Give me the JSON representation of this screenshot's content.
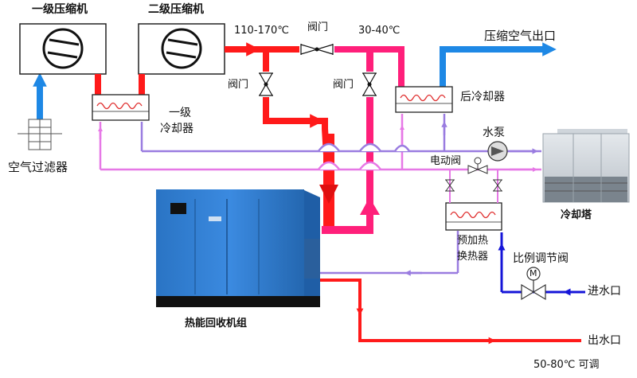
{
  "labels": {
    "compressor1": "一级压缩机",
    "compressor2": "二级压缩机",
    "temp_hot": "110-170℃",
    "valve_top": "阀门",
    "temp_warm": "30-40℃",
    "air_outlet": "压缩空气出口",
    "valve_left": "阀门",
    "valve_mid": "阀门",
    "aftercooler": "后冷却器",
    "cooler1_line1": "一级",
    "cooler1_line2": "冷却器",
    "water_pump": "水泵",
    "air_filter": "空气过滤器",
    "electric_valve": "电动阀",
    "cooling_tower": "冷却塔",
    "preheater_line1": "预加热",
    "preheater_line2": "换热器",
    "proportional_valve": "比例调节阀",
    "water_inlet": "进水口",
    "heat_recovery_unit": "热能回收机组",
    "water_outlet": "出水口",
    "outlet_temp": "50-80℃ 可调",
    "valve_m_mark": "M"
  },
  "colors": {
    "hot_line": "#ff1a1a",
    "warm_line": "#ff1f7a",
    "dark_red": "#e01010",
    "air_line": "#1e88e5",
    "cool_pink": "#e678e6",
    "return_purple": "#9a7ce0",
    "inlet_blue": "#1515d8",
    "unit_blue": "#2f7fd0"
  }
}
